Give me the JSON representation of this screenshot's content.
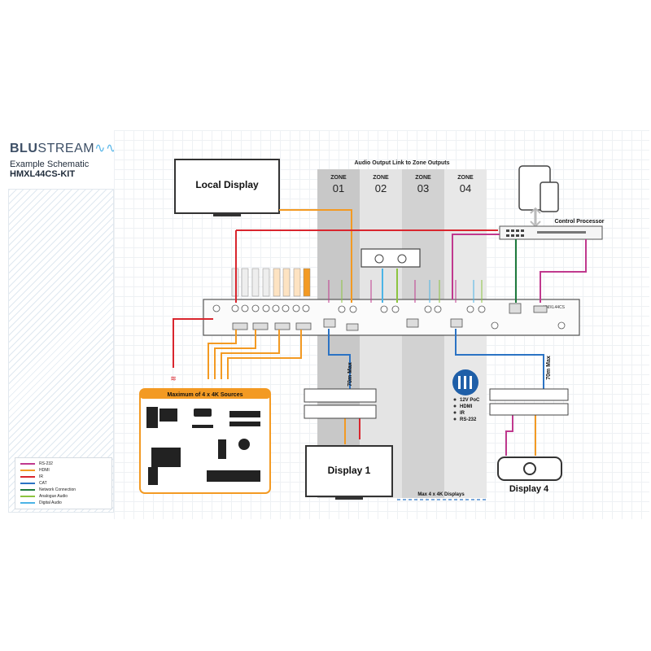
{
  "brand": {
    "name_a": "BLU",
    "name_b": "STREAM"
  },
  "schematic": {
    "title": "Example Schematic",
    "model": "HMXL44CS-KIT"
  },
  "legend": [
    {
      "label": "RS-232",
      "color": "#c0398e"
    },
    {
      "label": "HDMI",
      "color": "#f39a23"
    },
    {
      "label": "IR",
      "color": "#d9262e"
    },
    {
      "label": "CAT",
      "color": "#2b73c4"
    },
    {
      "label": "Network Connection",
      "color": "#1e7a3c"
    },
    {
      "label": "Analogue Audio",
      "color": "#8cc43f"
    },
    {
      "label": "Digital Audio",
      "color": "#4cb4e6"
    }
  ],
  "labels": {
    "local_display": "Local Display",
    "audio_link": "Audio Output Link to Zone Outputs",
    "control_processor": "Control Processor",
    "matrix_model": "HMXL44CS",
    "sources_title": "Maximum of 4 x 4K Sources",
    "display1": "Display 1",
    "display4": "Display 4",
    "max_displays": "Max 4 x 4K Displays",
    "run_70m_a": "70m Max",
    "run_70m_b": "70m Max"
  },
  "zones": [
    {
      "word": "ZONE",
      "num": "01"
    },
    {
      "word": "ZONE",
      "num": "02"
    },
    {
      "word": "ZONE",
      "num": "03"
    },
    {
      "word": "ZONE",
      "num": "04"
    }
  ],
  "features": [
    "12V PoC",
    "HDMI",
    "IR",
    "RS-232"
  ],
  "colors": {
    "rs232": "#c0398e",
    "hdmi": "#f39a23",
    "ir": "#d9262e",
    "cat": "#2b73c4",
    "network": "#1e7a3c",
    "analogue": "#8cc43f",
    "digital": "#4cb4e6"
  }
}
